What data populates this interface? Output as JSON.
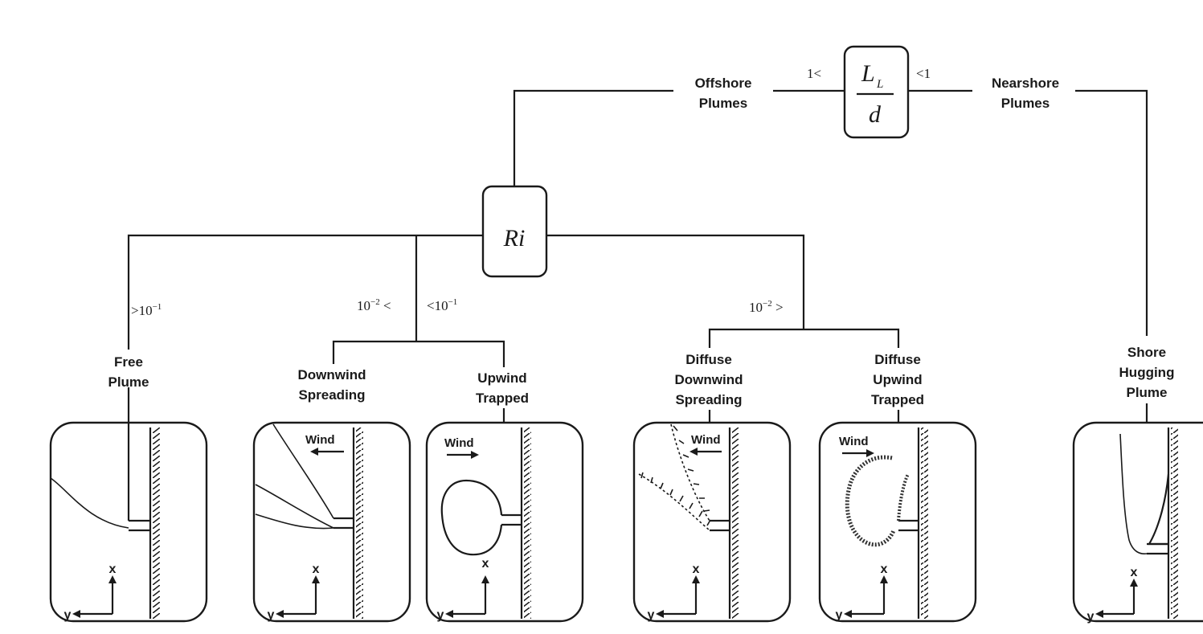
{
  "root": {
    "ratio_numerator": "L",
    "ratio_subscript": "L",
    "ratio_denominator": "d",
    "left_condition": "1<",
    "right_condition": "<1"
  },
  "branches": {
    "offshore": {
      "line1": "Offshore",
      "line2": "Plumes"
    },
    "nearshore": {
      "line1": "Nearshore",
      "line2": "Plumes"
    }
  },
  "ri_node": {
    "label": "Ri"
  },
  "conditions": {
    "free": {
      "prefix": ">10",
      "exp": "−1"
    },
    "mid_left": {
      "base": "10",
      "exp": "−2",
      "suffix": " <"
    },
    "mid_right": {
      "prefix": "<10",
      "exp": "−1"
    },
    "diffuse": {
      "base": "10",
      "exp": "−2",
      "suffix": " >"
    }
  },
  "plumes": [
    {
      "id": "free",
      "lines": [
        "Free",
        "Plume"
      ]
    },
    {
      "id": "downwind",
      "lines": [
        "Downwind",
        "Spreading"
      ]
    },
    {
      "id": "upwind",
      "lines": [
        "Upwind",
        "Trapped"
      ]
    },
    {
      "id": "diffuse-downwind",
      "lines": [
        "Diffuse",
        "Downwind",
        "Spreading"
      ]
    },
    {
      "id": "diffuse-upwind",
      "lines": [
        "Diffuse",
        "Upwind",
        "Trapped"
      ]
    },
    {
      "id": "shore-hugging",
      "lines": [
        "Shore",
        "Hugging",
        "Plume"
      ]
    }
  ],
  "panel": {
    "wind_label": "Wind",
    "x_axis": "x",
    "y_axis": "y"
  }
}
